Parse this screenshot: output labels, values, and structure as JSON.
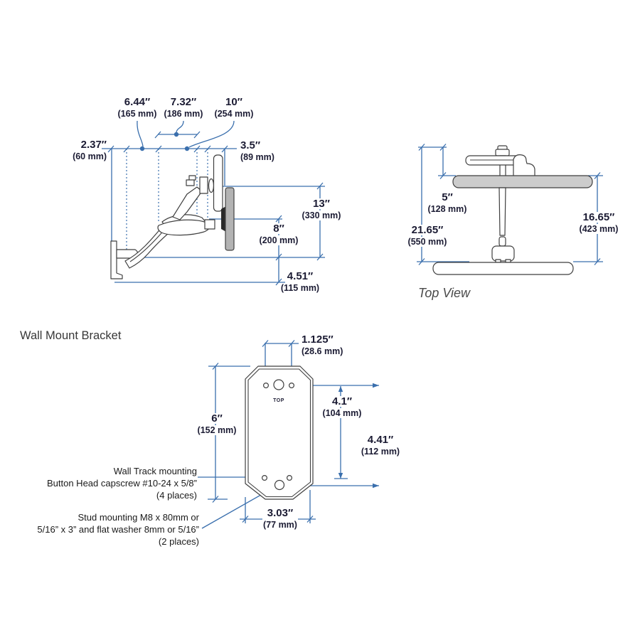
{
  "colors": {
    "dimension_line_blue": "#3a6fad",
    "dimension_text": "#1b1b33",
    "monitor_plate_gray": "#b3b3b3",
    "top_view_bar_gray": "#cccccc"
  },
  "side_view": {
    "dims": {
      "reach_644": {
        "inches": "6.44″",
        "mm": "(165 mm)"
      },
      "reach_732": {
        "inches": "7.32″",
        "mm": "(186 mm)"
      },
      "reach_10": {
        "inches": "10″",
        "mm": "(254 mm)"
      },
      "offset_237": {
        "inches": "2.37″",
        "mm": "(60 mm)"
      },
      "depth_35": {
        "inches": "3.5″",
        "mm": "(89 mm)"
      },
      "lift_13": {
        "inches": "13″",
        "mm": "(330 mm)"
      },
      "range_8": {
        "inches": "8″",
        "mm": "(200 mm)"
      },
      "height_451": {
        "inches": "4.51″",
        "mm": "(115 mm)"
      }
    }
  },
  "top_view": {
    "caption": "Top View",
    "dims": {
      "d5": {
        "inches": "5″",
        "mm": "(128 mm)"
      },
      "d2165": {
        "inches": "21.65″",
        "mm": "(550 mm)"
      },
      "d1665": {
        "inches": "16.65″",
        "mm": "(423 mm)"
      }
    }
  },
  "bracket": {
    "title": "Wall Mount Bracket",
    "plate_label": "TOP",
    "dims": {
      "d1125": {
        "inches": "1.125″",
        "mm": "(28.6 mm)"
      },
      "d41": {
        "inches": "4.1″",
        "mm": "(104 mm)"
      },
      "d441": {
        "inches": "4.41″",
        "mm": "(112 mm)"
      },
      "d6": {
        "inches": "6″",
        "mm": "(152 mm)"
      },
      "d303": {
        "inches": "3.03″",
        "mm": "(77 mm)"
      }
    },
    "notes": {
      "wall_track": {
        "line1": "Wall Track mounting",
        "line2": "Button Head capscrew #10-24 x 5/8”",
        "line3": "(4 places)"
      },
      "stud": {
        "line1": "Stud mounting M8 x 80mm or",
        "line2": "5/16” x 3” and flat washer 8mm or 5/16”",
        "line3": "(2 places)"
      }
    }
  }
}
